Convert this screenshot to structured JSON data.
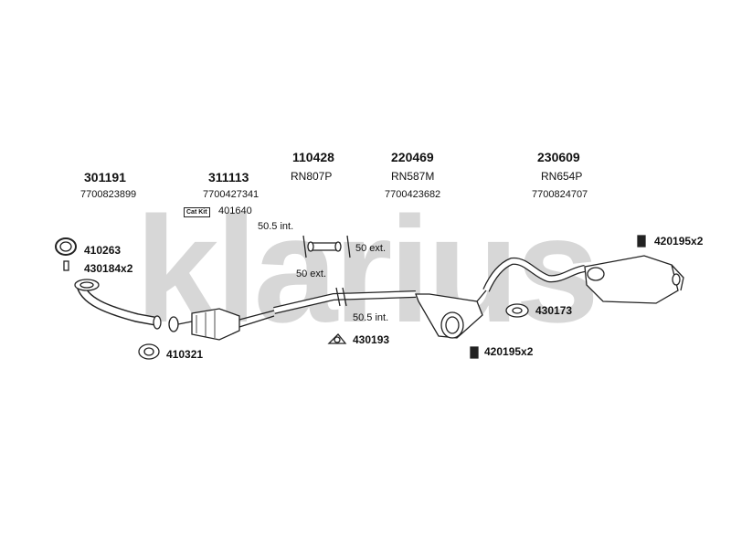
{
  "watermark": {
    "text": "klarius",
    "color": "#d7d7d7"
  },
  "header_parts": [
    {
      "part": "301191",
      "oe": "7700823899"
    },
    {
      "part": "311113",
      "oe": "7700427341"
    },
    {
      "part": "110428",
      "ref": "RN807P"
    },
    {
      "part": "220469",
      "ref": "RN587M",
      "oe": "7700423682"
    },
    {
      "part": "230609",
      "ref": "RN654P",
      "oe": "7700824707"
    }
  ],
  "cat_kit": {
    "badge": "Cat Kit",
    "part": "401640"
  },
  "fittings": {
    "f410263": "410263",
    "f430184": "430184x2",
    "f410321": "410321",
    "f430193": "430193",
    "f430173": "430173",
    "f420195_top": "420195x2",
    "f420195_bottom": "420195x2"
  },
  "dimensions": {
    "d1": "50.5 int.",
    "d2": "50 ext.",
    "d3": "50 ext.",
    "d4": "50.5 int."
  }
}
